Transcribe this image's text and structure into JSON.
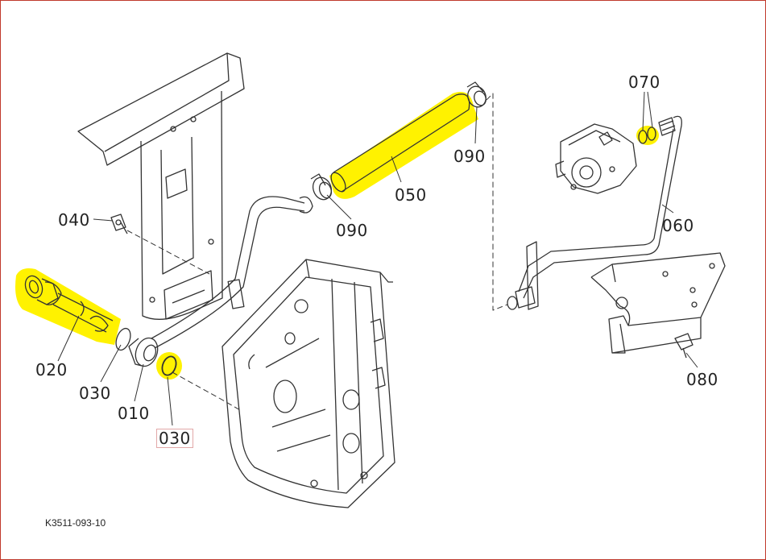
{
  "colors": {
    "highlight": "#fff200",
    "line": "#333333",
    "frame": "#c0392b"
  },
  "callouts": {
    "c010": "010",
    "c020": "020",
    "c030a": "030",
    "c030b": "030",
    "c040": "040",
    "c050": "050",
    "c060": "060",
    "c070": "070",
    "c080": "080",
    "c090a": "090",
    "c090b": "090"
  },
  "drawing_id": "K3511-093-10"
}
